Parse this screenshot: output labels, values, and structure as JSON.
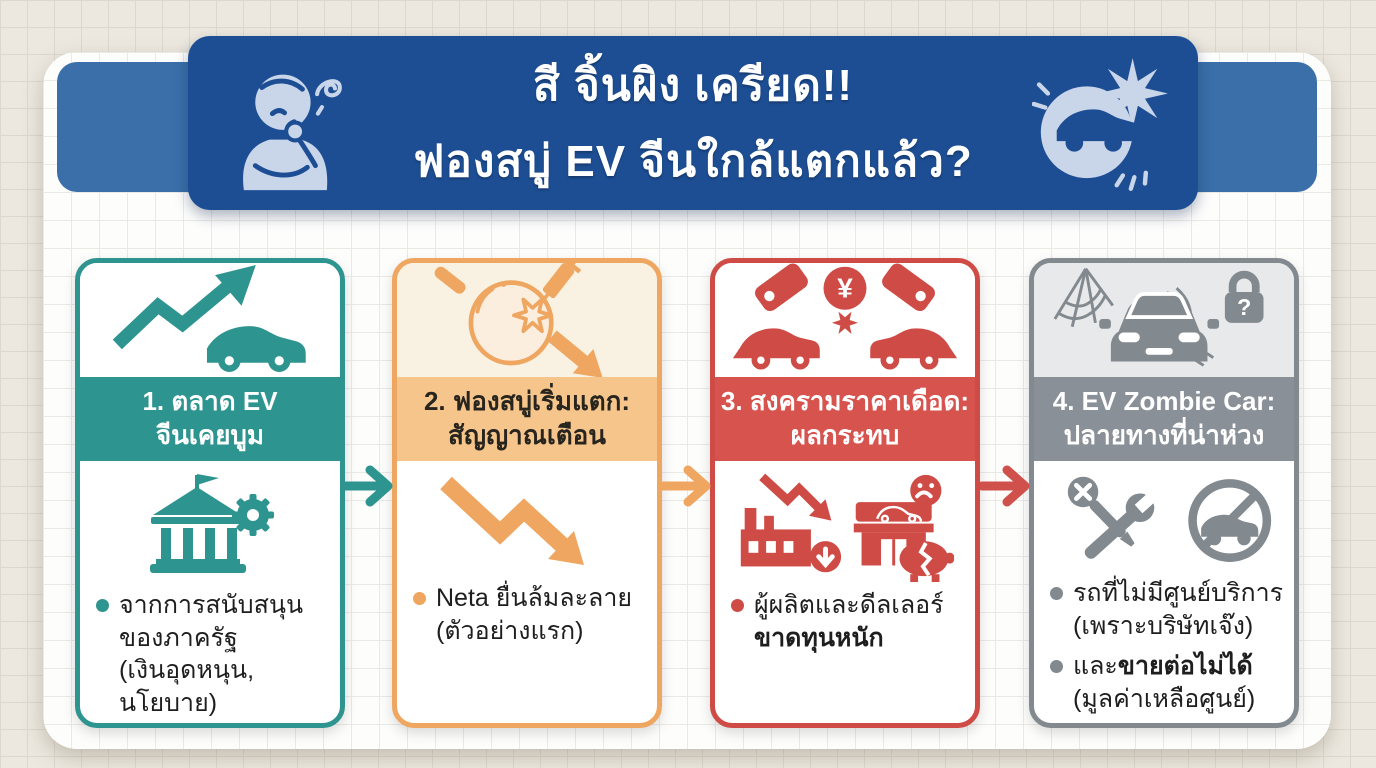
{
  "header": {
    "line1": "สี จิ้นผิง เครียด!!",
    "line2": "ฟองสบู่ EV จีนใกล้แตกแล้ว?",
    "banner_color": "#1d4e94",
    "strip_color": "#3a6fa9",
    "icon_color": "#c9d6ea",
    "left_icon": "thinking-person-icon",
    "right_icon": "car-crash-burst-icon"
  },
  "cards": [
    {
      "accent": "#2e948f",
      "band_bg": "#2e948f",
      "band_text": "#ffffff",
      "top_bg": "#ffffff",
      "title": "1. ตลาด EV\nจีนเคยบูม",
      "top_icon": "uptrend-arrow-car-icon",
      "body_icon": "government-bank-gear-icon",
      "bullets": [
        {
          "text": "จากการสนับสนุน\nของภาครัฐ\n(เงินอุดหนุน,\nนโยบาย)"
        }
      ]
    },
    {
      "accent": "#efa661",
      "band_bg": "#f5c58b",
      "band_text": "#28251f",
      "top_bg": "#f9f1e1",
      "title": "2. ฟองสบู่เริ่มแตก:\nสัญญาณเตือน",
      "top_icon": "bubble-needle-burst-icon",
      "body_icon": "downtrend-zigzag-arrow-icon",
      "bullets": [
        {
          "text": "Neta ยื่นล้มละลาย\n(ตัวอย่างแรก)"
        }
      ]
    },
    {
      "accent": "#cf4b46",
      "band_bg": "#d7534e",
      "band_text": "#ffffff",
      "top_bg": "#ffffff",
      "title": "3. สงครามราคาเดือด:\nผลกระทบ",
      "top_icon": "price-tags-cars-crash-icon",
      "top_icon_symbol": "¥",
      "body_icon": "factory-decline-dealer-broke-icon",
      "bullets": [
        {
          "text": "ผู้ผลิตและดีลเลอร์\n",
          "bold_text": "ขาดทุนหนัก"
        }
      ]
    },
    {
      "accent": "#82898f",
      "band_bg": "#8a9097",
      "band_text": "#ffffff",
      "top_bg": "#e8e9eb",
      "title": "4. EV Zombie Car:\nปลายทางที่น่าห่วง",
      "top_icon": "cobweb-car-lock-question-icon",
      "top_icon_symbol": "?",
      "body_icon": "no-service-no-resale-icon",
      "bullets": [
        {
          "text": "รถที่ไม่มีศูนย์บริการ\n(เพราะบริษัทเจ๊ง)"
        },
        {
          "text": "และ",
          "bold_text": "ขายต่อไม่ได้",
          "text_after": "\n(มูลค่าเหลือศูนย์)"
        }
      ]
    }
  ],
  "arrows": [
    {
      "color": "#2e948f"
    },
    {
      "color": "#efa661"
    },
    {
      "color": "#d0504b"
    }
  ]
}
